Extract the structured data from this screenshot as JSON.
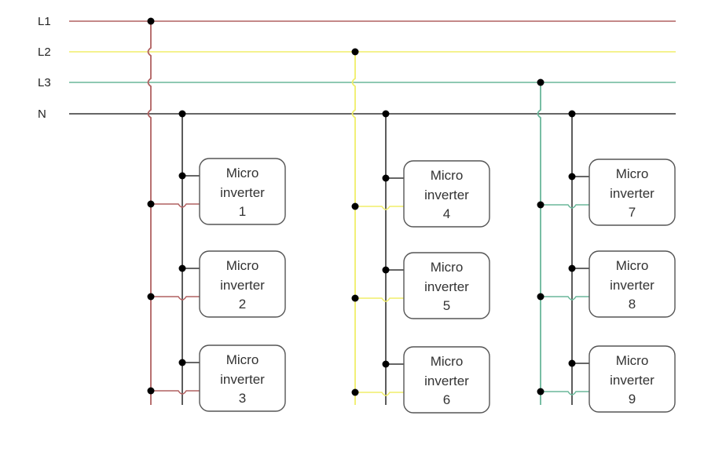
{
  "buses": [
    {
      "label": "L1",
      "color": "#b06060"
    },
    {
      "label": "L2",
      "color": "#f0ee6a"
    },
    {
      "label": "L3",
      "color": "#6ab79a"
    },
    {
      "label": "N",
      "color": "#333333"
    }
  ],
  "groups": [
    {
      "phase": "L1",
      "color": "#b06060",
      "inverters": [
        {
          "line1": "Micro",
          "line2": "inverter",
          "number": "1"
        },
        {
          "line1": "Micro",
          "line2": "inverter",
          "number": "2"
        },
        {
          "line1": "Micro",
          "line2": "inverter",
          "number": "3"
        }
      ]
    },
    {
      "phase": "L2",
      "color": "#f0ee6a",
      "inverters": [
        {
          "line1": "Micro",
          "line2": "inverter",
          "number": "4"
        },
        {
          "line1": "Micro",
          "line2": "inverter",
          "number": "5"
        },
        {
          "line1": "Micro",
          "line2": "inverter",
          "number": "6"
        }
      ]
    },
    {
      "phase": "L3",
      "color": "#6ab79a",
      "inverters": [
        {
          "line1": "Micro",
          "line2": "inverter",
          "number": "7"
        },
        {
          "line1": "Micro",
          "line2": "inverter",
          "number": "8"
        },
        {
          "line1": "Micro",
          "line2": "inverter",
          "number": "9"
        }
      ]
    }
  ]
}
